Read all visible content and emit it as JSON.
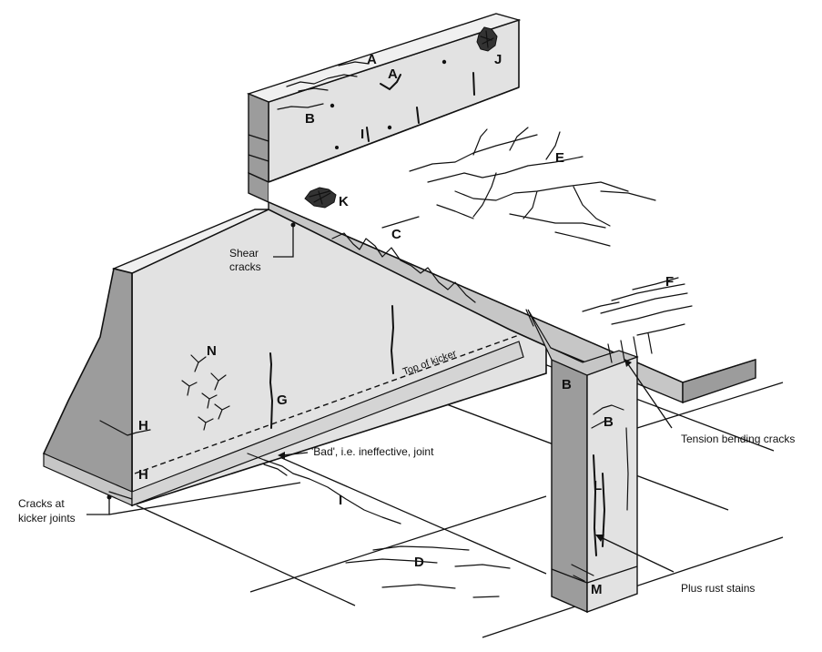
{
  "colors": {
    "background": "#ffffff",
    "ink": "#111111",
    "concrete_light": "#e2e2e2",
    "concrete_mid": "#c6c6c6",
    "concrete_dark": "#9c9c9c"
  },
  "labels": {
    "A_top": "A",
    "A_face": "A",
    "B_upstand": "B",
    "B_column_top": "B",
    "B_column_face": "B",
    "C": "C",
    "D": "D",
    "E": "E",
    "F": "F",
    "G": "G",
    "H_upper": "H",
    "H_lower": "H",
    "I_upstand": "I",
    "I_ground": "I",
    "J": "J",
    "K": "K",
    "L": "L",
    "M": "M",
    "N": "N"
  },
  "annotations": {
    "shear_line1": "Shear",
    "shear_line2": "cracks",
    "top_of_kicker": "Top of kicker",
    "bad_joint": "'Bad', i.e. ineffective, joint",
    "tension_bending": "Tension bending cracks",
    "kicker_joints_line1": "Cracks at",
    "kicker_joints_line2": "kicker joints",
    "rust_stains": "Plus rust stains"
  }
}
